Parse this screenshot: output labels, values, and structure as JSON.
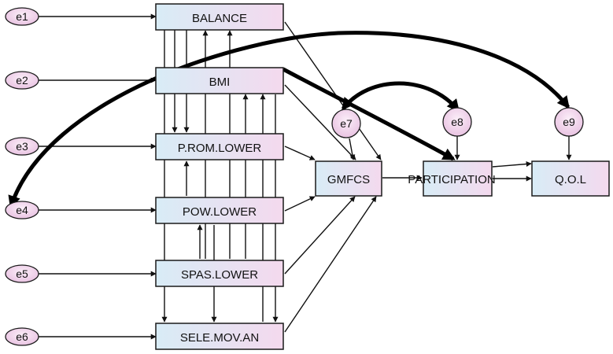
{
  "colors": {
    "node_fill_start": "#d8ecf6",
    "node_fill_end": "#f4d9ee",
    "error_fill": "#efcde9",
    "line": "#111111"
  },
  "observed_variables": [
    {
      "id": "balance",
      "label": "BALANCE"
    },
    {
      "id": "bmi",
      "label": "BMI"
    },
    {
      "id": "prom",
      "label": "P.ROM.LOWER"
    },
    {
      "id": "pow",
      "label": "POW.LOWER"
    },
    {
      "id": "spas",
      "label": "SPAS.LOWER"
    },
    {
      "id": "sele",
      "label": "SELE.MOV.AN"
    },
    {
      "id": "gmfcs",
      "label": "GMFCS"
    },
    {
      "id": "participation",
      "label": "PARTICIPATION"
    },
    {
      "id": "qol",
      "label": "Q.O.L"
    }
  ],
  "error_terms": [
    {
      "id": "e1",
      "label": "e1"
    },
    {
      "id": "e2",
      "label": "e2"
    },
    {
      "id": "e3",
      "label": "e3"
    },
    {
      "id": "e4",
      "label": "e4"
    },
    {
      "id": "e5",
      "label": "e5"
    },
    {
      "id": "e6",
      "label": "e6"
    },
    {
      "id": "e7",
      "label": "e7"
    },
    {
      "id": "e8",
      "label": "e8"
    },
    {
      "id": "e9",
      "label": "e9"
    }
  ]
}
